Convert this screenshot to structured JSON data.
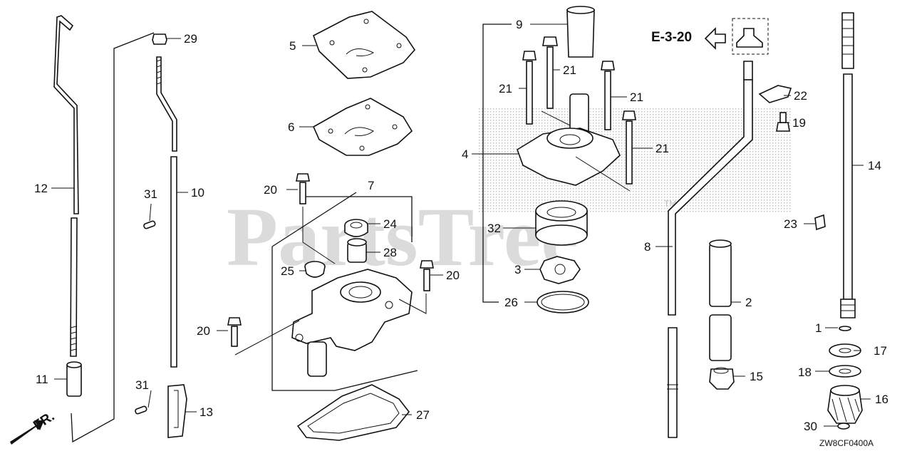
{
  "diagram": {
    "watermark": "PartsTree",
    "trademark": "TM",
    "reference": "E-3-20",
    "drawing_code": "ZW8CF0400A",
    "front_indicator": "FR.",
    "colors": {
      "line": "#111111",
      "watermark": "#cfcfcf",
      "background": "#ffffff"
    },
    "callouts": {
      "c1": "1",
      "c2": "2",
      "c3": "3",
      "c4": "4",
      "c5": "5",
      "c6": "6",
      "c7": "7",
      "c8": "8",
      "c9": "9",
      "c10": "10",
      "c11": "11",
      "c12": "12",
      "c13": "13",
      "c14": "14",
      "c15": "15",
      "c16": "16",
      "c17": "17",
      "c18": "18",
      "c19": "19",
      "c20a": "20",
      "c20b": "20",
      "c20c": "20",
      "c21a": "21",
      "c21b": "21",
      "c21c": "21",
      "c21d": "21",
      "c22": "22",
      "c23": "23",
      "c24": "24",
      "c25": "25",
      "c26": "26",
      "c27": "27",
      "c28": "28",
      "c29": "29",
      "c30": "30",
      "c31a": "31",
      "c31b": "31",
      "c32": "32"
    }
  }
}
